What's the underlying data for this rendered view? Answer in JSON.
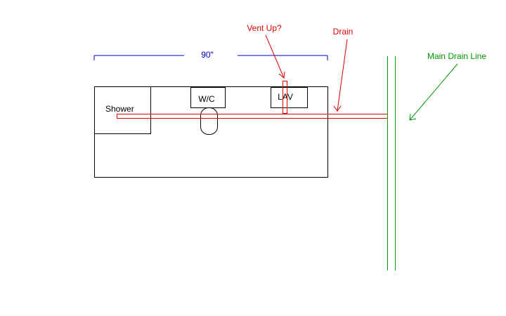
{
  "labels": {
    "dimension": "90\"",
    "shower": "Shower",
    "wc": "W/C",
    "lav": "LAV",
    "vent": "Vent Up?",
    "drain": "Drain",
    "main_drain": "Main Drain Line"
  },
  "colors": {
    "outline": "#000000",
    "dimension": "#0000cc",
    "drain": "#dd0000",
    "main_line": "#009900",
    "background": "#ffffff"
  }
}
